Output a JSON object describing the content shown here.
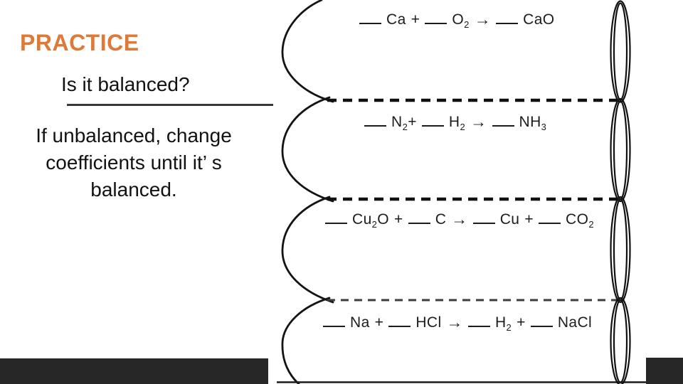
{
  "colors": {
    "accent": "#de7a36",
    "ink": "#1c1c1c",
    "bar": "#272727",
    "line": "#3a3a3a"
  },
  "glyphs": {
    "arrow": "→"
  },
  "slide": {
    "title": "PRACTICE",
    "subtitle": "Is it balanced?",
    "body_lines": [
      "If unbalanced, change",
      "coefficients until it’ s",
      "balanced."
    ]
  },
  "equations": [
    {
      "segments": [
        {
          "blank": true
        },
        {
          "text": "Ca"
        },
        {
          "text": "+"
        },
        {
          "blank": true
        },
        {
          "text": "O",
          "sub": "2"
        },
        {
          "arrow": true
        },
        {
          "blank": true
        },
        {
          "text": "CaO"
        }
      ]
    },
    {
      "segments": [
        {
          "blank": true
        },
        {
          "text": "N",
          "sub": "2",
          "after": "+"
        },
        {
          "blank": true
        },
        {
          "text": "H",
          "sub": "2"
        },
        {
          "arrow": true
        },
        {
          "blank": true
        },
        {
          "text": "NH",
          "sub": "3"
        }
      ]
    },
    {
      "segments": [
        {
          "blank": true
        },
        {
          "text": "Cu",
          "sub": "2",
          "after": "O"
        },
        {
          "text": "+"
        },
        {
          "blank": true
        },
        {
          "text": "C"
        },
        {
          "arrow": true
        },
        {
          "blank": true
        },
        {
          "text": "Cu"
        },
        {
          "text": "+"
        },
        {
          "blank": true
        },
        {
          "text": "CO",
          "sub": "2"
        }
      ]
    },
    {
      "segments": [
        {
          "blank": true
        },
        {
          "text": "Na"
        },
        {
          "text": "+"
        },
        {
          "blank": true
        },
        {
          "text": "HCl"
        },
        {
          "arrow": true
        },
        {
          "blank": true
        },
        {
          "text": "H",
          "sub": "2"
        },
        {
          "text": "+"
        },
        {
          "blank": true
        },
        {
          "text": "NaCl"
        }
      ]
    }
  ]
}
